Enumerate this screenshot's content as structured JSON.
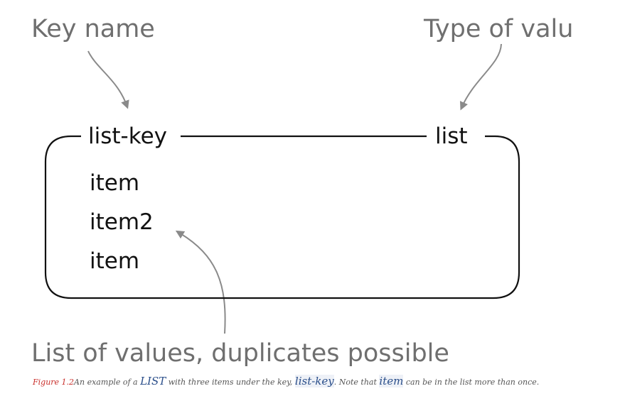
{
  "annotations": {
    "key_name": "Key name",
    "type_of_value": "Type of valu",
    "list_of_values": "List of values, duplicates possible"
  },
  "box": {
    "key": "list-key",
    "type": "list",
    "items": [
      "item",
      "item2",
      "item"
    ]
  },
  "caption": {
    "figure_label": "Figure 1.2",
    "text_1": "An example of a ",
    "code_1": "LIST",
    "text_2": " with three items under the key, ",
    "code_2": "list-key",
    "text_3": ". Note that ",
    "code_3": "item",
    "text_4": " can be in the list more than once."
  },
  "colors": {
    "annotation_text": "#6f6f6f",
    "arrow": "#8a8a8a",
    "box_stroke": "#111111",
    "figure_label": "#c9302c",
    "code": "#2a4e8a"
  }
}
